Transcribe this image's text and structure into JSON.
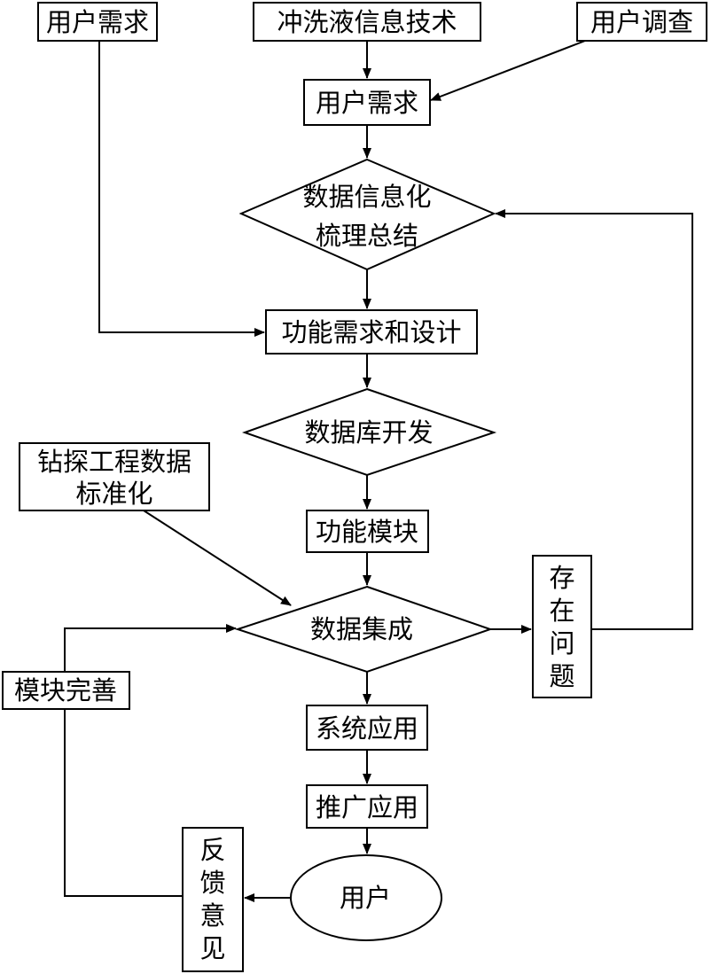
{
  "diagram": {
    "nodes": {
      "user_needs_top": "用户需求",
      "flushing_tech": "冲洗液信息技术",
      "user_survey": "用户调查",
      "user_needs": "用户需求",
      "info_summary_l1": "数据信息化",
      "info_summary_l2": "梳理总结",
      "func_design": "功能需求和设计",
      "db_dev": "数据库开发",
      "drilling_std_l1": "钻探工程数据",
      "drilling_std_l2": "标准化",
      "func_module": "功能模块",
      "data_integration": "数据集成",
      "issues_l1": "存",
      "issues_l2": "在",
      "issues_l3": "问",
      "issues_l4": "题",
      "module_improve": "模块完善",
      "system_app": "系统应用",
      "promote_app": "推广应用",
      "user": "用户",
      "feedback_l1": "反",
      "feedback_l2": "馈",
      "feedback_l3": "意",
      "feedback_l4": "见"
    },
    "colors": {
      "stroke": "#000000",
      "fill": "#ffffff"
    }
  }
}
